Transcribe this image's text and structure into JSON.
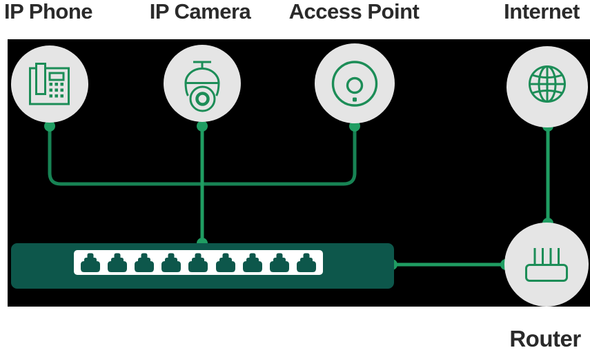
{
  "diagram": {
    "labels": {
      "ip_phone": "IP Phone",
      "ip_camera": "IP Camera",
      "access_point": "Access Point",
      "internet": "Internet",
      "router": "Router"
    },
    "switch": {
      "port_count": 9
    },
    "icons": {
      "ip_phone": "ip-phone-icon",
      "ip_camera": "ip-camera-icon",
      "access_point": "access-point-icon",
      "internet": "internet-globe-icon",
      "router": "router-icon",
      "port": "ethernet-port-icon"
    },
    "colors": {
      "line_green": "#1f9d62",
      "connector_green": "#178354",
      "icon_green": "#1c8d57",
      "switch_teal": "#0d574b",
      "node_gray": "#e5e5e5",
      "canvas_black": "#000000",
      "label_text": "#2a2a2a"
    }
  }
}
